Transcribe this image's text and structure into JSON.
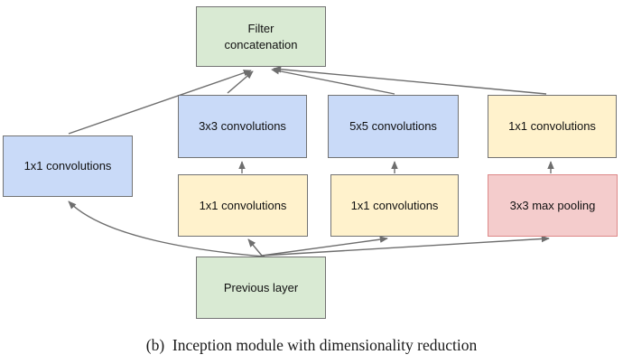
{
  "caption": "(b)  Inception module with dimensionality reduction",
  "colors": {
    "green_fill": "#d9ead3",
    "blue_fill": "#c9daf8",
    "yellow_fill": "#fff2cc",
    "red_fill": "#f4cccc",
    "gray_border": "#737373",
    "red_border": "#dd8888",
    "arrow": "#6e6e6e",
    "text": "#111111",
    "background": "#ffffff"
  },
  "nodes": {
    "filter_concatenation": {
      "label": "Filter concatenation",
      "color": "green"
    },
    "conv1_left": {
      "label": "1x1 convolutions",
      "color": "blue"
    },
    "conv3": {
      "label": "3x3 convolutions",
      "color": "blue"
    },
    "conv5": {
      "label": "5x5 convolutions",
      "color": "blue"
    },
    "conv1_top_right": {
      "label": "1x1 convolutions",
      "color": "yellow"
    },
    "conv1_reduce_3": {
      "label": "1x1 convolutions",
      "color": "yellow"
    },
    "conv1_reduce_5": {
      "label": "1x1 convolutions",
      "color": "yellow"
    },
    "maxpool": {
      "label": "3x3 max pooling",
      "color": "red"
    },
    "previous_layer": {
      "label": "Previous layer",
      "color": "green"
    }
  },
  "edges": [
    {
      "from": "conv1_left",
      "to": "filter_concatenation"
    },
    {
      "from": "conv3",
      "to": "filter_concatenation"
    },
    {
      "from": "conv5",
      "to": "filter_concatenation"
    },
    {
      "from": "conv1_top_right",
      "to": "filter_concatenation"
    },
    {
      "from": "conv1_reduce_3",
      "to": "conv3"
    },
    {
      "from": "conv1_reduce_5",
      "to": "conv5"
    },
    {
      "from": "maxpool",
      "to": "conv1_top_right"
    },
    {
      "from": "previous_layer",
      "to": "conv1_left"
    },
    {
      "from": "previous_layer",
      "to": "conv1_reduce_3"
    },
    {
      "from": "previous_layer",
      "to": "conv1_reduce_5"
    },
    {
      "from": "previous_layer",
      "to": "maxpool"
    }
  ]
}
